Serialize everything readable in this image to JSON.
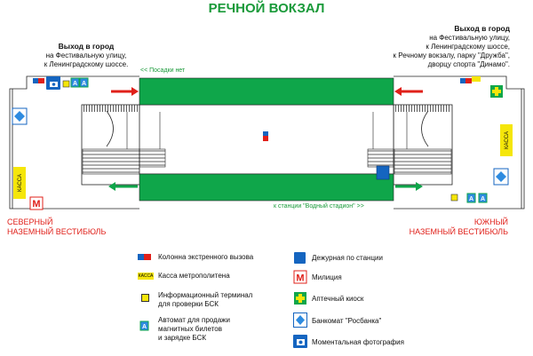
{
  "title": "РЕЧНОЙ ВОКЗАЛ",
  "exits": {
    "left": {
      "heading": "Выход в город",
      "line1": "на Фестивальную улицу,",
      "line2": "к Ленинградскому шоссе."
    },
    "right": {
      "heading": "Выход в город",
      "line1": "на Фестивальную улицу,",
      "line2": "к Ленинградскому шоссе,",
      "line3": "к Речному вокзалу, парку \"Дружба\",",
      "line4": "дворцу спорта \"Динамо\"."
    }
  },
  "tracks": {
    "top_label": "<< Посадки нет",
    "bottom_label": "к станции \"Водный стадион\" >>"
  },
  "lobbies": {
    "north": {
      "line1": "СЕВЕРНЫЙ",
      "line2": "НАЗЕМНЫЙ ВЕСТИБЮЛЬ"
    },
    "south": {
      "line1": "ЮЖНЫЙ",
      "line2": "НАЗЕМНЫЙ ВЕСТИБЮЛЬ"
    }
  },
  "kassa_label": "КАССА",
  "ticket_machine_letter": "A",
  "militia_letter": "M",
  "legend": {
    "emergency": "Колонна экстренного вызова",
    "kassa": "Касса метрополитена",
    "kassa_icon": "КАССА",
    "info_terminal_l1": "Информационный терминал",
    "info_terminal_l2": "для проверки БСК",
    "ticket_l1": "Автомат для продажи",
    "ticket_l2": "магнитных билетов",
    "ticket_l3": "и зарядке БСК",
    "attendant": "Дежурная по станции",
    "militia": "Милиция",
    "pharmacy": "Аптечный киоск",
    "atm": "Банкомат \"Росбанка\"",
    "photo": "Моментальная фотография"
  },
  "colors": {
    "green_title": "#1a9a3a",
    "track": "#0fa64a",
    "red": "#e0201a",
    "blue": "#1565c0",
    "yellow": "#f5e60a"
  }
}
